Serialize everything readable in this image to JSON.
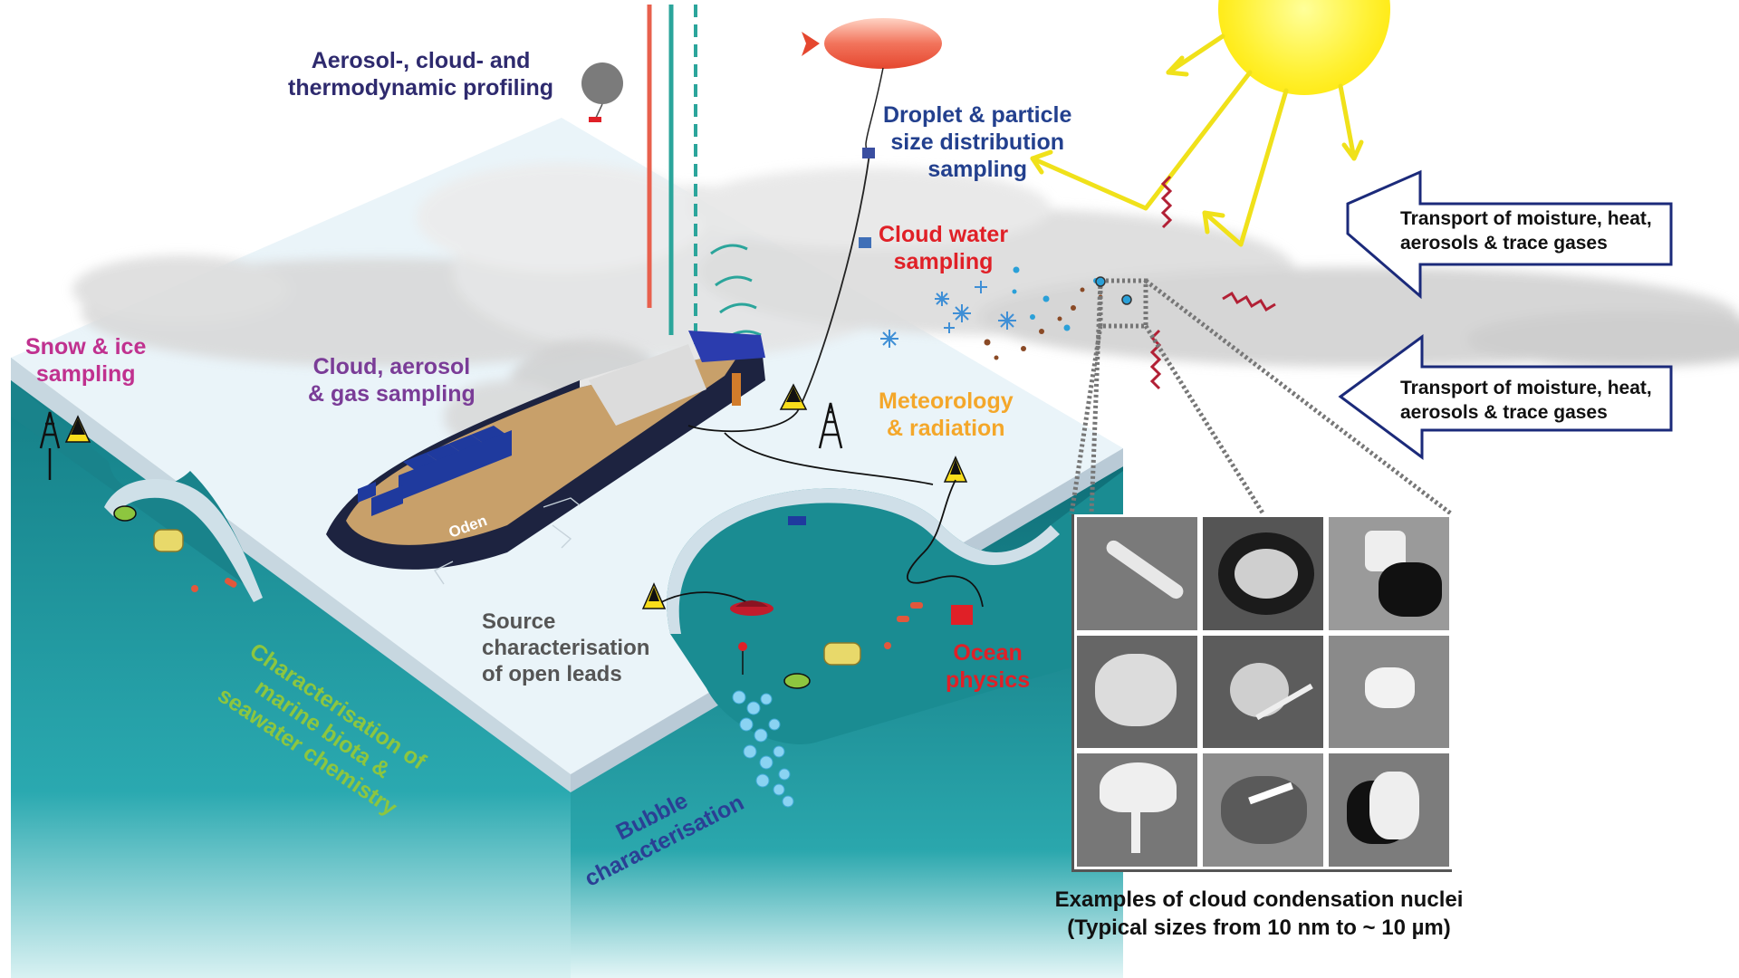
{
  "labels": {
    "aerosol_profiling_1": "Aerosol-, cloud- and",
    "aerosol_profiling_2": "thermodynamic profiling",
    "droplet_1": "Droplet & particle",
    "droplet_2": "size distribution",
    "droplet_3": "sampling",
    "cloud_water_1": "Cloud water",
    "cloud_water_2": "sampling",
    "snow_ice_1": "Snow & ice",
    "snow_ice_2": "sampling",
    "cloud_aerosol_gas_1": "Cloud, aerosol",
    "cloud_aerosol_gas_2": "& gas sampling",
    "meteorology_1": "Meteorology",
    "meteorology_2": "& radiation",
    "source_1": "Source",
    "source_2": "characterisation",
    "source_3": "of open leads",
    "ocean_1": "Ocean",
    "ocean_2": "physics",
    "marine_1": "Characterisation of",
    "marine_2": "marine biota &",
    "marine_3": "seawater chemistry",
    "bubble_1": "Bubble",
    "bubble_2": "characterisation",
    "ship_name": "Oden"
  },
  "transport_arrows": [
    {
      "line1": "Transport of moisture, heat,",
      "line2": "aerosols & trace gases"
    },
    {
      "line1": "Transport of moisture, heat,",
      "line2": "aerosols & trace gases"
    }
  ],
  "caption": {
    "line1": "Examples of cloud condensation nuclei",
    "line2": "(Typical sizes from 10 nm to ~ 10 µm)"
  },
  "colors": {
    "profiling_text": "#2e2a6e",
    "droplet_text": "#23408e",
    "cloud_water_text": "#e02027",
    "snow_text": "#c0318f",
    "cloud_aerosol_text": "#7a3c97",
    "meteorology_text": "#f4a72a",
    "source_text": "#555555",
    "ocean_text": "#e02027",
    "marine_text": "#8dc63f",
    "bubble_text": "#2b3f94",
    "ocean_water": "#17858c",
    "ice": "#e8f3f8",
    "sun": "#ffef3a",
    "transport_arrow_border": "#1b2a7a",
    "hull": "#1d2340",
    "deck": "#c8a06a",
    "containers": "#1f3a9e"
  },
  "icons": [
    "sun-icon",
    "balloon-icon",
    "airship-icon",
    "tower-icon",
    "buoy-icon",
    "snowflake-icon",
    "radiation-wave-icon"
  ]
}
